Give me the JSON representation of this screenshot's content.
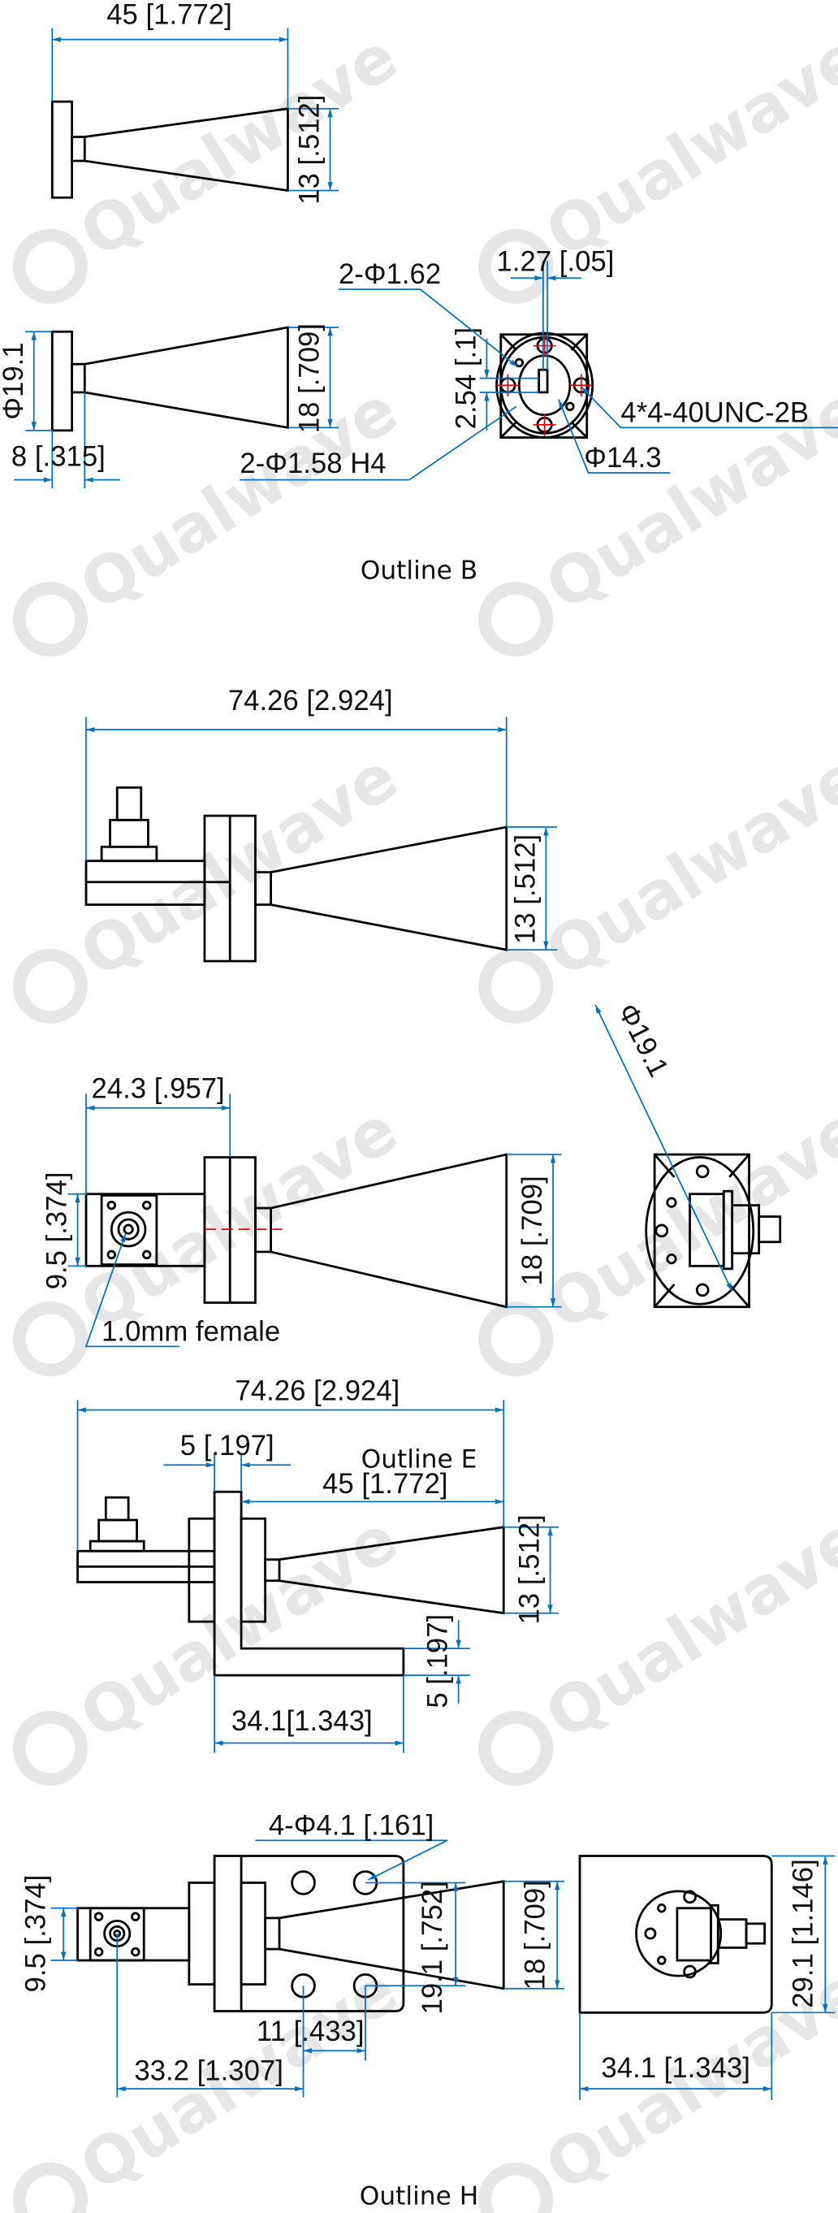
{
  "watermark": "Qualwave",
  "outline_b": {
    "title": "Outline B",
    "length": "45 [1.772]",
    "aperture_small": "13 [.512]",
    "aperture_large": "18 [.709]",
    "flange_dia": "Φ19.1",
    "flange_thk": "8 [.315]",
    "pin_holes": "2-Φ1.58 H4",
    "pin_holes2": "2-Φ1.62",
    "offset_h": "1.27 [.05]",
    "offset_v": "2.54 [.1]",
    "threads": "4*4-40UNC-2B",
    "bolt_circle": "Φ14.3"
  },
  "outline_e": {
    "title": "Outline E",
    "length": "74.26 [2.924]",
    "aperture_small": "13 [.512]",
    "adapter_length": "24.3 [.957]",
    "adapter_height": "9.5 [.374]",
    "aperture_large": "18 [.709]",
    "connector": "1.0mm female",
    "flange_dia": "Φ19.1"
  },
  "outline_h": {
    "title": "Outline H",
    "length": "74.26 [2.924]",
    "flange_thk": "5 [.197]",
    "horn_length": "45 [1.772]",
    "aperture_small": "13 [.512]",
    "bracket_thk": "5 [.197]",
    "bracket_len": "34.1[1.343]",
    "holes": "4-Φ4.1 [.161]",
    "adapter_height": "9.5 [.374]",
    "hole_span_v": "19.1 [.752]",
    "aperture_large": "18 [.709]",
    "hole_span_h": "11 [.433]",
    "hole_offset": "33.2 [1.307]",
    "plate_width": "34.1 [1.343]",
    "plate_height": "29.1 [1.146]"
  }
}
